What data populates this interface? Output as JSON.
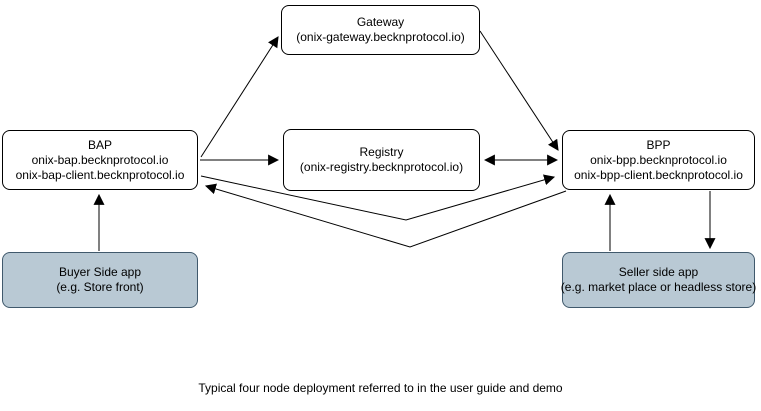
{
  "diagram": {
    "caption": "Typical four node deployment referred to in the user guide and demo",
    "colors": {
      "background": "#ffffff",
      "node_fill": "#ffffff",
      "node_border": "#000000",
      "app_fill": "#b9c9d4",
      "app_border": "#40596c",
      "arrow": "#000000"
    },
    "nodes": {
      "gateway": {
        "title": "Gateway",
        "subtitle": "(onix-gateway.becknprotocol.io)"
      },
      "bap": {
        "title": "BAP",
        "line1": "onix-bap.becknprotocol.io",
        "line2": "onix-bap-client.becknprotocol.io"
      },
      "registry": {
        "title": "Registry",
        "subtitle": "(onix-registry.becknprotocol.io)"
      },
      "bpp": {
        "title": "BPP",
        "line1": "onix-bpp.becknprotocol.io",
        "line2": "onix-bpp-client.becknprotocol.io"
      },
      "buyer_app": {
        "title": "Buyer Side app",
        "subtitle": "(e.g. Store front)"
      },
      "seller_app": {
        "title": "Seller side app",
        "subtitle": "(e.g. market place or headless store)"
      }
    },
    "edges": [
      "bap-to-gateway",
      "gateway-to-bpp",
      "bap-to-registry",
      "registry-bpp-bidirectional",
      "bap-to-bpp",
      "bpp-to-bap",
      "buyer-app-to-bap",
      "seller-app-to-bpp",
      "bpp-to-seller-app"
    ]
  }
}
